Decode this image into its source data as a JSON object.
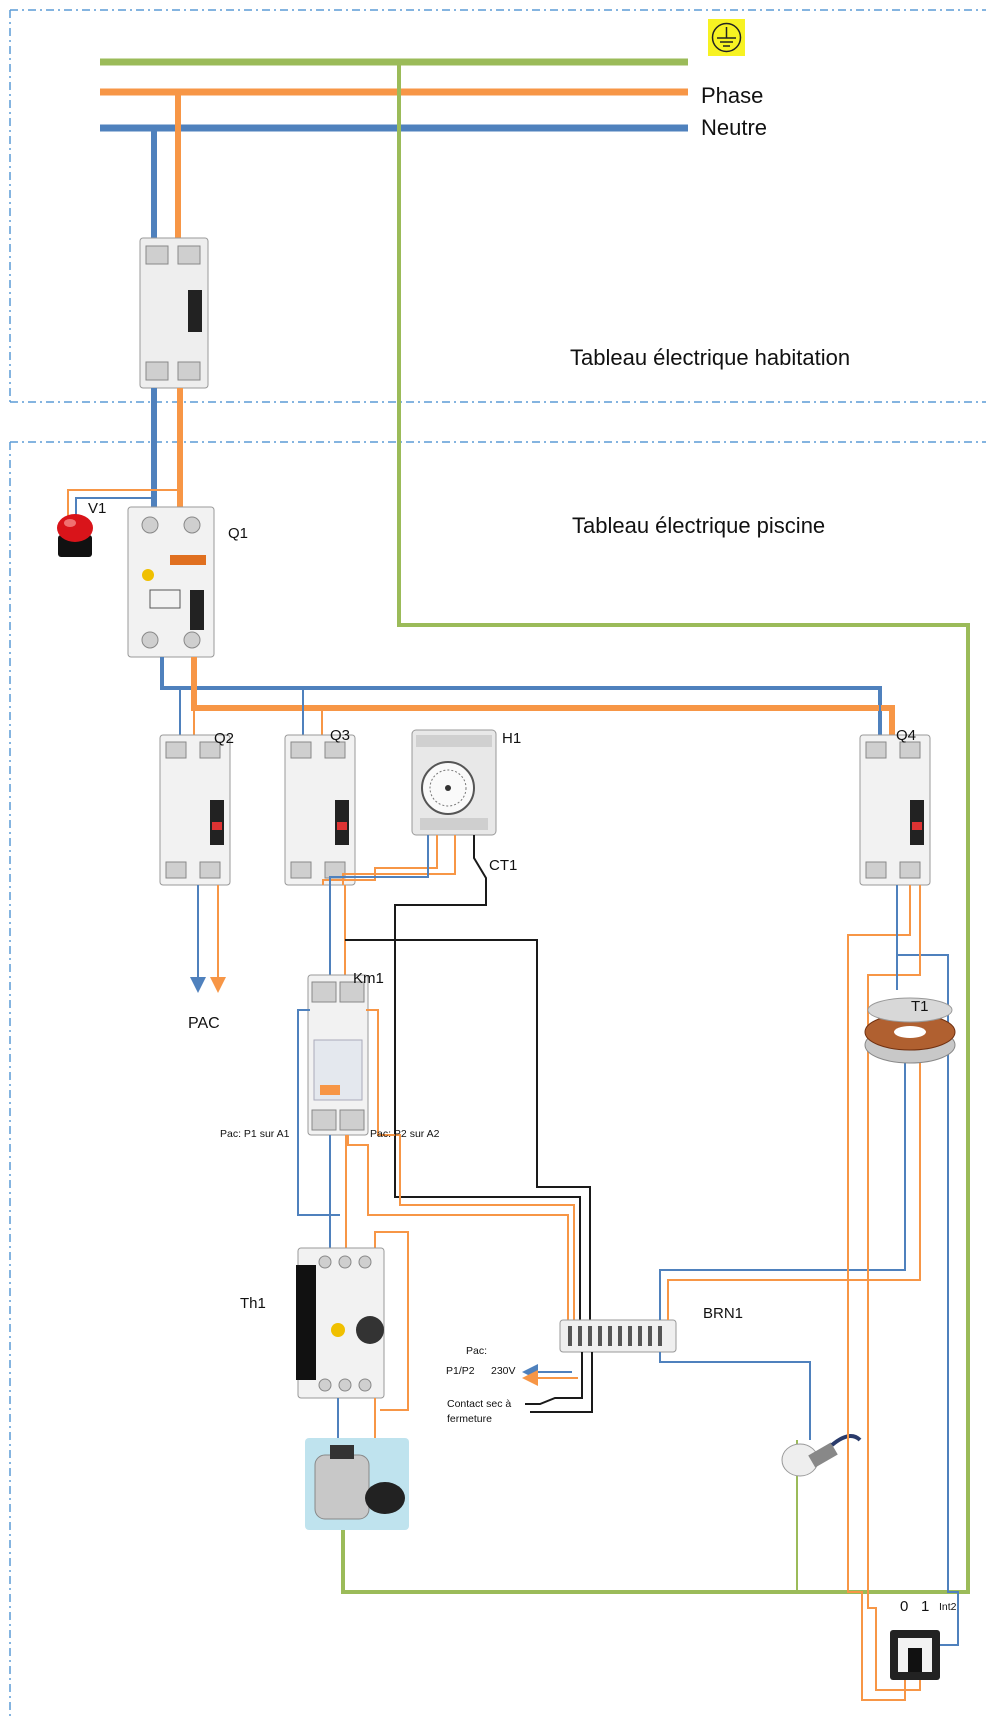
{
  "bus": {
    "phase": "Phase",
    "neutre": "Neutre"
  },
  "panels": {
    "habitation": "Tableau électrique habitation",
    "piscine": "Tableau électrique piscine"
  },
  "refs": {
    "v1": "V1",
    "q1": "Q1",
    "q2": "Q2",
    "q3": "Q3",
    "q4": "Q4",
    "h1": "H1",
    "ct1": "CT1",
    "km1": "Km1",
    "t1": "T1",
    "th1": "Th1",
    "brn1": "BRN1",
    "int2": "Int2",
    "sw0": "0",
    "sw1": "1"
  },
  "labels": {
    "pac_out": "PAC",
    "pac_a1": "Pac: P1 sur A1",
    "pac_a2": "Pac: P2 sur A2",
    "pac_p": "Pac:",
    "pac_p1p2": "P1/P2",
    "pac_230": "230V",
    "contact_line1": "Contact sec à",
    "contact_line2": "fermeture"
  },
  "colors": {
    "earth": "#9bbb59",
    "phase": "#f79646",
    "neutre": "#4f81bd",
    "control": "#1a1a1a",
    "frame": "#5b9bd5"
  }
}
